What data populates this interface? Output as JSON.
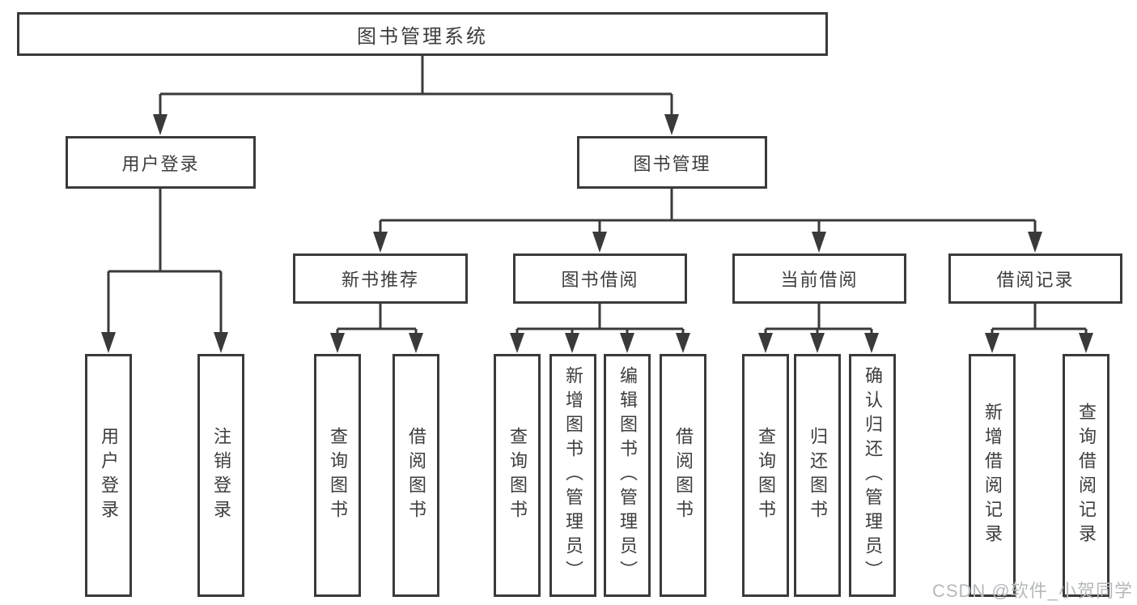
{
  "diagram": {
    "root": {
      "label": "图书管理系统"
    },
    "level2": [
      {
        "id": "user-login",
        "label": "用户登录"
      },
      {
        "id": "book-mgmt",
        "label": "图书管理"
      }
    ],
    "level3": [
      {
        "id": "new-books",
        "label": "新书推荐"
      },
      {
        "id": "book-borrow",
        "label": "图书借阅"
      },
      {
        "id": "current-borrow",
        "label": "当前借阅"
      },
      {
        "id": "borrow-records",
        "label": "借阅记录"
      }
    ],
    "leaves": {
      "user_login": [
        {
          "label": "用户登录"
        },
        {
          "label": "注销登录"
        }
      ],
      "new_books": [
        {
          "label": "查询图书"
        },
        {
          "label": "借阅图书"
        }
      ],
      "book_borrow": [
        {
          "label": "查询图书"
        },
        {
          "label": "新增图书（管理员）"
        },
        {
          "label": "编辑图书（管理员）"
        },
        {
          "label": "借阅图书"
        }
      ],
      "current_borrow": [
        {
          "label": "查询图书"
        },
        {
          "label": "归还图书"
        },
        {
          "label": "确认归还（管理员）"
        }
      ],
      "borrow_records": [
        {
          "label": "新增借阅记录"
        },
        {
          "label": "查询借阅记录"
        }
      ]
    },
    "watermark": "CSDN @软件_小贺同学",
    "colors": {
      "line": "#3a3a3a",
      "text": "#3d3d3d",
      "watermark": "#b5b8bb",
      "background": "#ffffff"
    }
  }
}
